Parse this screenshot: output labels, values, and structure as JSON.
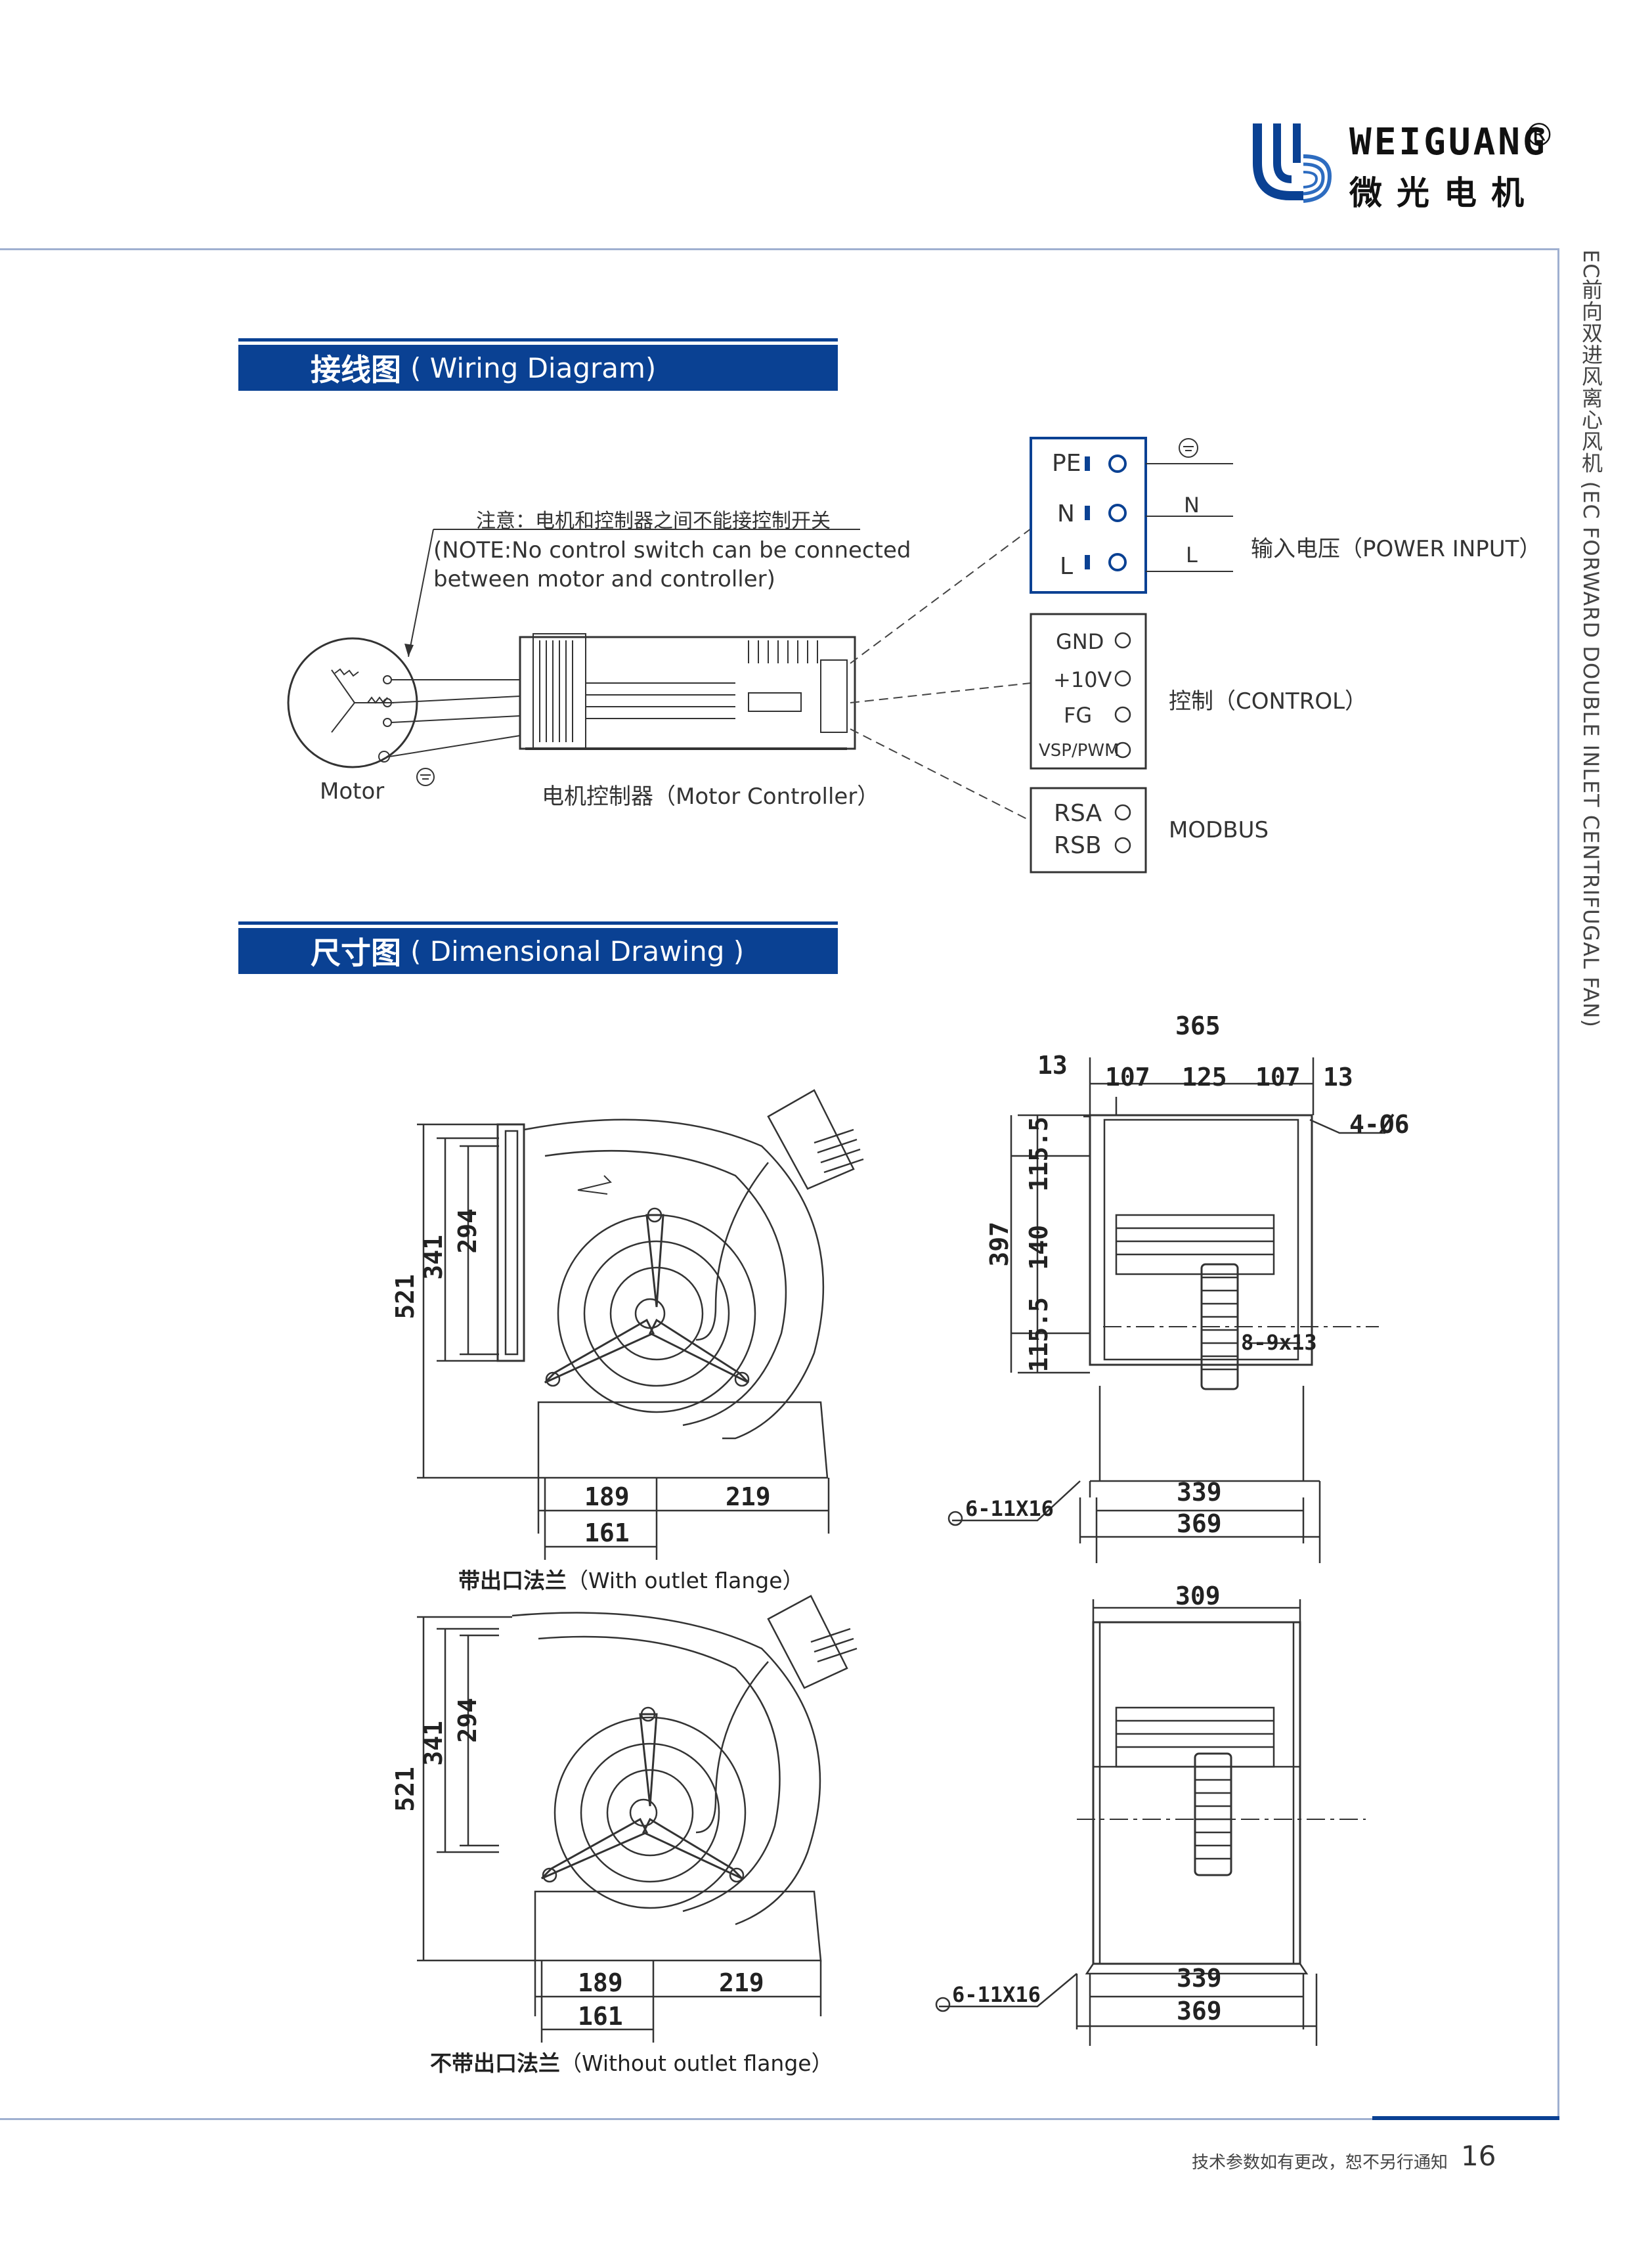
{
  "brand": {
    "name_en": "WEIGUANG",
    "registered": "®",
    "name_cn": "微光电机"
  },
  "side_title": "EC前向双进风离心风机 (EC FORWARD DOUBLE INLET CENTRIFUGAL FAN)",
  "wiring": {
    "title_cn": "接线图",
    "title_en": "( Wiring Diagram)",
    "note_cn": "注意：电机和控制器之间不能接控制开关",
    "note_en_1": "(NOTE:No control switch can be connected",
    "note_en_2": "between motor and controller)",
    "motor_label": "Motor",
    "controller_label": "电机控制器（Motor Controller）",
    "power_terminals": [
      "PE",
      "N",
      "L"
    ],
    "power_lines": [
      "N",
      "L"
    ],
    "power_label": "输入电压（POWER INPUT）",
    "control_terminals": [
      "GND",
      "+10V",
      "FG",
      "VSP/PWM"
    ],
    "control_label": "控制（CONTROL）",
    "modbus_terminals": [
      "RSA",
      "RSB"
    ],
    "modbus_label": "MODBUS"
  },
  "dimensional": {
    "title_cn": "尺寸图",
    "title_en": "( Dimensional Drawing )",
    "side_view": {
      "heights": [
        "521",
        "341",
        "294"
      ],
      "bottom_widths": [
        "189",
        "219",
        "161"
      ]
    },
    "front_view": {
      "top": [
        "365",
        "13",
        "107",
        "125",
        "107",
        "13"
      ],
      "holes": "4-Ø6",
      "left": [
        "397",
        "115.5",
        "140",
        "115.5"
      ],
      "slot": "8-9x13",
      "mount": "6-11X16",
      "bottom": [
        "339",
        "369"
      ]
    },
    "caption_with_cn": "带出口法兰",
    "caption_with_en": "（With outlet flange）",
    "side_view2": {
      "heights": [
        "521",
        "341",
        "294"
      ],
      "bottom_widths": [
        "189",
        "219",
        "161"
      ]
    },
    "front_view2": {
      "top": "309",
      "mount": "6-11X16",
      "bottom": [
        "339",
        "369"
      ]
    },
    "caption_without_cn": "不带出口法兰",
    "caption_without_en": "（Without outlet flange）"
  },
  "footer": {
    "note": "技术参数如有更改，恕不另行通知",
    "page": "16"
  },
  "colors": {
    "brand_blue": "#0a4193",
    "rule": "#9fb0d0"
  }
}
